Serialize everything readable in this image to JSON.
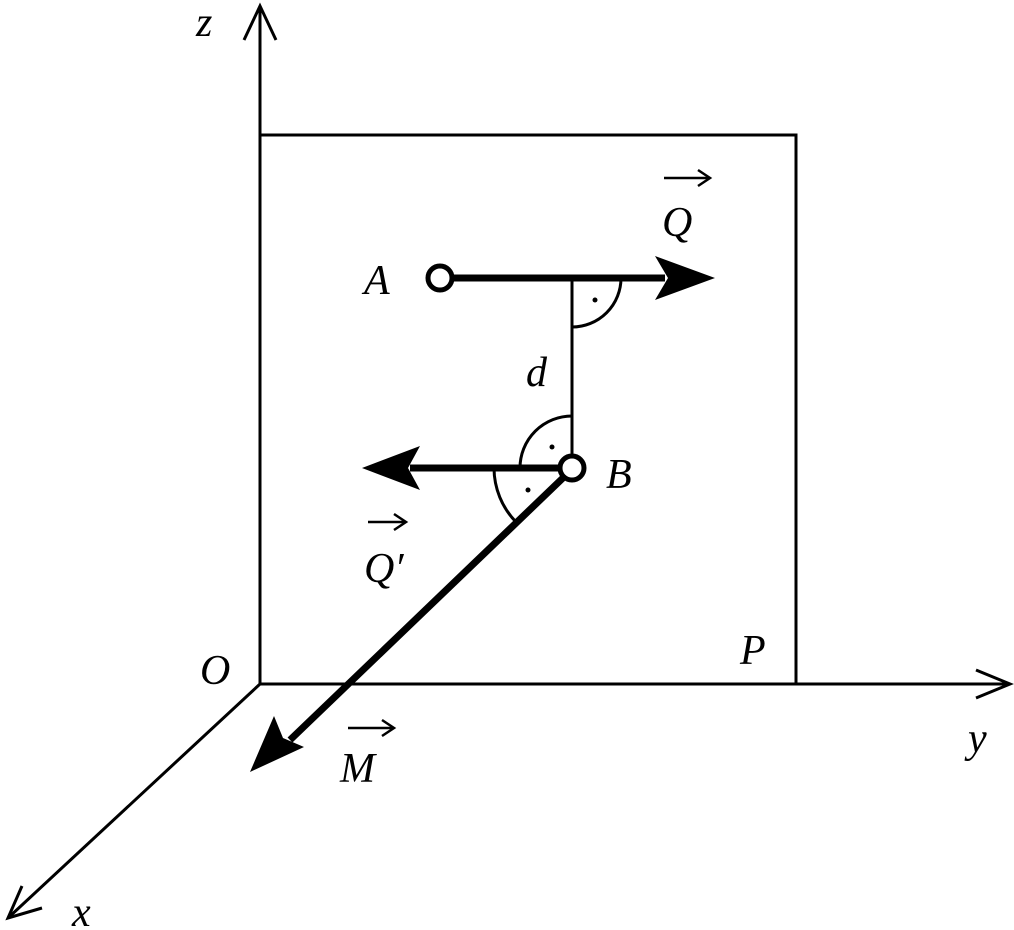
{
  "axes": {
    "x_label": "x",
    "y_label": "y",
    "z_label": "z",
    "origin_label": "O"
  },
  "points": {
    "A": "A",
    "B": "B"
  },
  "plane_label": "P",
  "distance_label": "d",
  "vectors": {
    "Q": "Q",
    "Q_prime": "Q′",
    "M": "M"
  },
  "colors": {
    "stroke": "#000000",
    "background": "#ffffff"
  }
}
